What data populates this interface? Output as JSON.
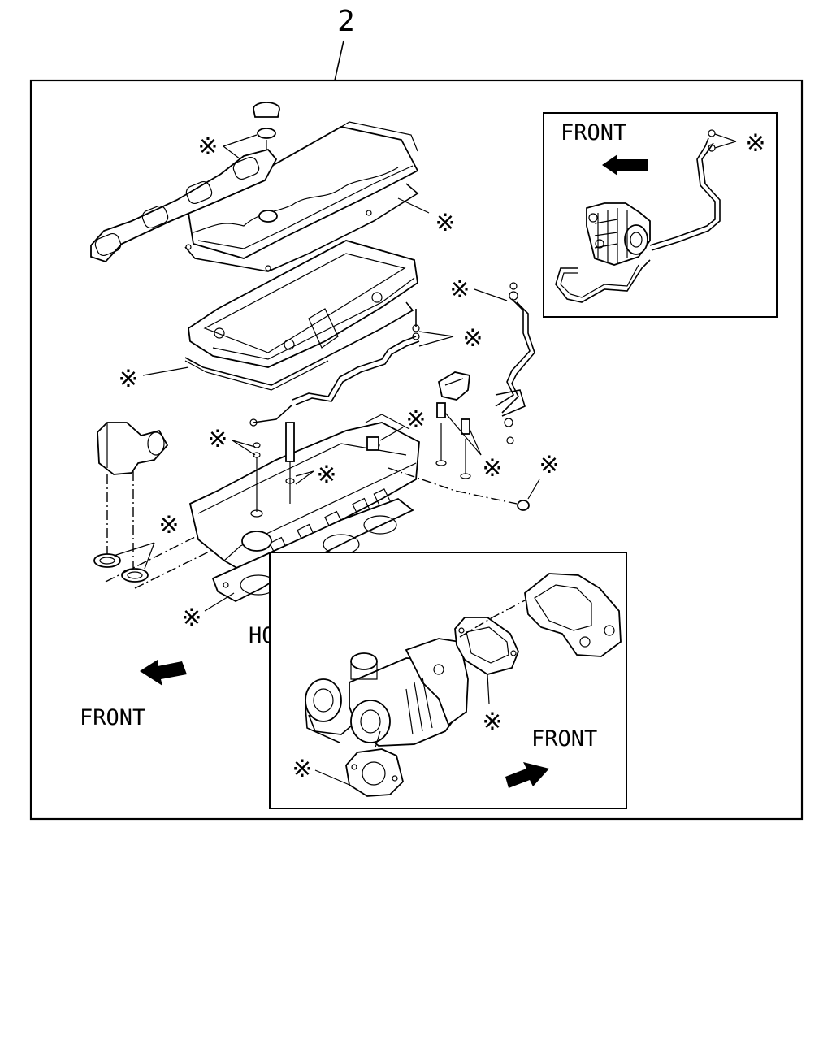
{
  "diagram": {
    "callout_number": "2",
    "labels": {
      "front_main": "FRONT",
      "front_pump_inset": "FRONT",
      "front_turbo_inset": "FRONT",
      "hole": "HOLE"
    },
    "kit_marker_symbol": "※"
  }
}
